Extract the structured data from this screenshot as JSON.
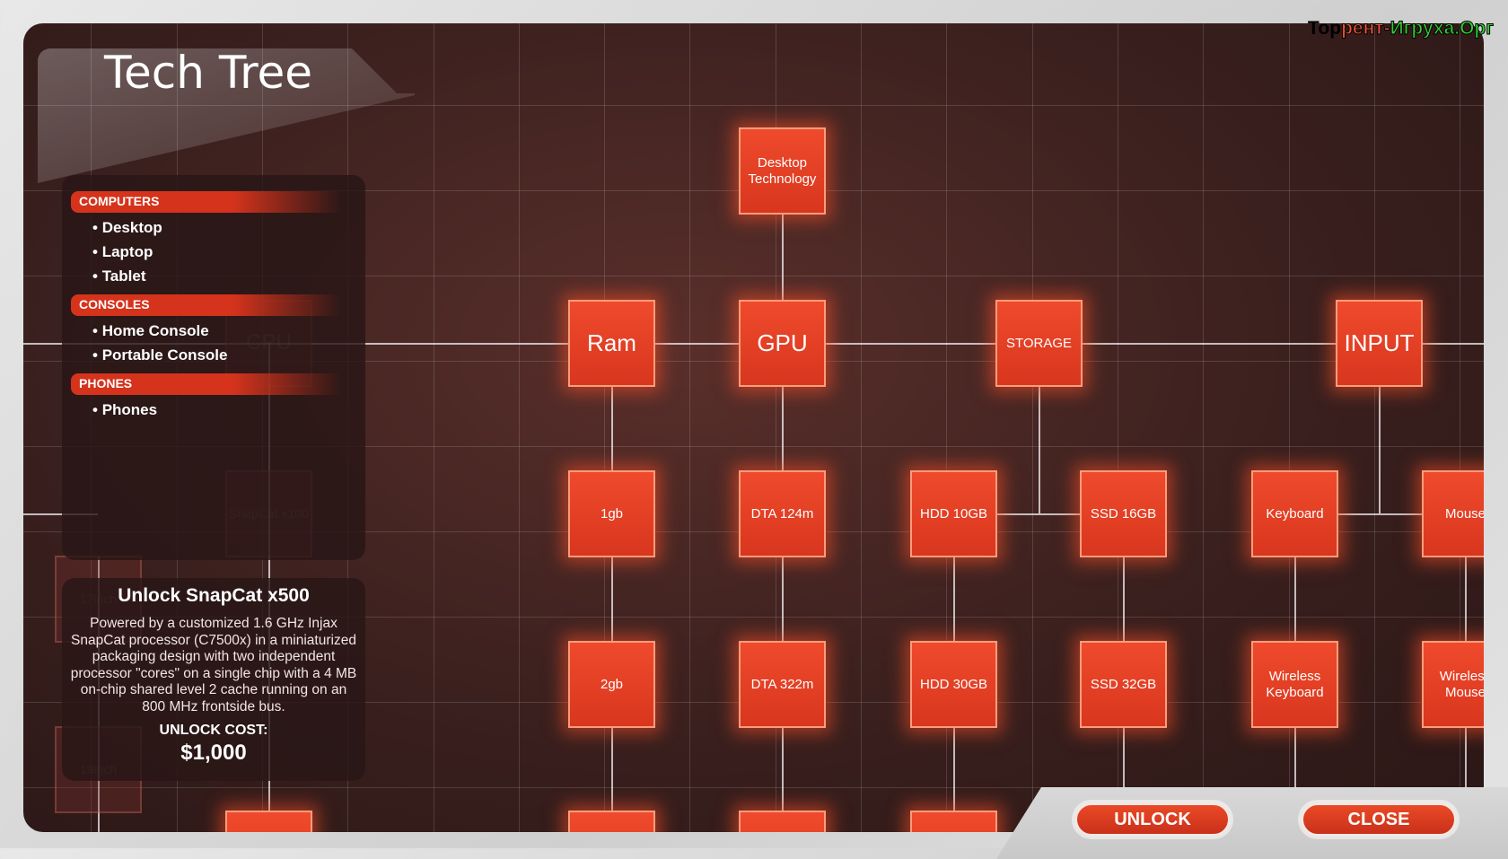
{
  "title": "Tech Tree",
  "watermark": {
    "part1": "Тор",
    "part2": "рент-",
    "part3": "Игруха.Орг"
  },
  "menu": {
    "categories": [
      {
        "label": "COMPUTERS",
        "items": [
          "Desktop",
          "Laptop",
          "Tablet"
        ]
      },
      {
        "label": "CONSOLES",
        "items": [
          "Home Console",
          "Portable Console"
        ]
      },
      {
        "label": "PHONES",
        "items": [
          "Phones"
        ]
      }
    ]
  },
  "info": {
    "heading": "Unlock SnapCat x500",
    "description": "Powered by a customized 1.6 GHz Injax SnapCat processor (C7500x) in a miniaturized packaging design with two independent processor \"cores\" on a single chip with a 4 MB on-chip shared level 2 cache running on an 800 MHz frontside bus.",
    "cost_label": "UNLOCK COST:",
    "cost": "$1,000"
  },
  "nodes": [
    "Desktop Technology",
    "Ram",
    "GPU",
    "STORAGE",
    "INPUT",
    "1gb",
    "DTA 124m",
    "HDD 10GB",
    "SSD 16GB",
    "Keyboard",
    "Mouse",
    "2gb",
    "DTA 322m",
    "HDD 30GB",
    "SSD 32GB",
    "Wireless Keyboard",
    "Wireless Mouse",
    "CPU",
    "SnapCat x100",
    "17inch",
    "19inch"
  ],
  "buttons": {
    "unlock": "UNLOCK",
    "close": "CLOSE"
  }
}
